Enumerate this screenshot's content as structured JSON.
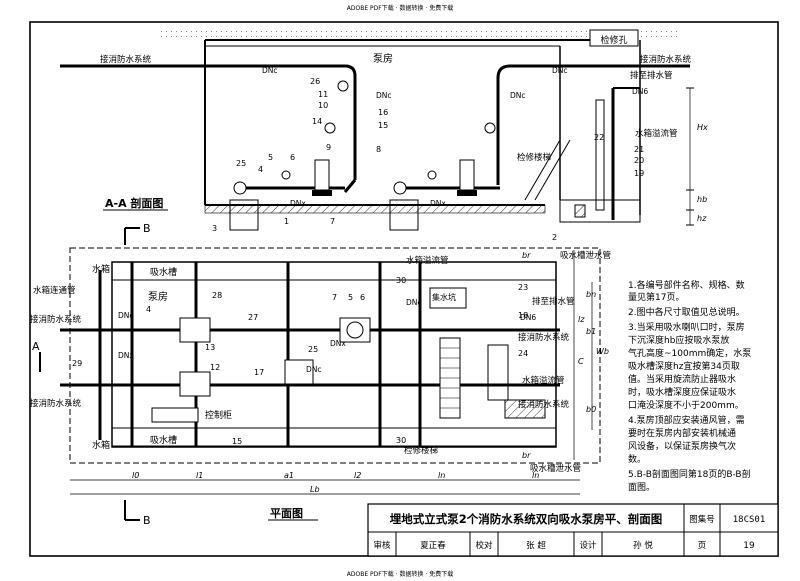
{
  "header": {
    "note": "ADOBE PDF下载 · 数据转换 · 免费下载"
  },
  "section_aa": {
    "title": "A-A 剖面图",
    "room": "泵房",
    "hatch": "检修孔",
    "fire_left": "接消防水系统",
    "fire_right": "接消防水系统",
    "drain_to": "排至排水管",
    "overflow": "水箱溢流管",
    "ladder": "检修楼梯",
    "drain_pipe": "吸水槽泄水管",
    "dnc": "DNc",
    "dnx": "DNx",
    "dn6": "DN6",
    "hx": "Hx",
    "hb": "hb",
    "hz": "hz",
    "nums": [
      "26",
      "11",
      "10",
      "16",
      "14",
      "15",
      "9",
      "8",
      "25",
      "5",
      "6",
      "4",
      "1",
      "7",
      "3",
      "2",
      "22",
      "21",
      "20",
      "19"
    ]
  },
  "plan": {
    "title": "平面图",
    "tank": "水箱",
    "suction_tank": "吸水槽",
    "room": "泵房",
    "tank_link": "水箱连通管",
    "fire1": "接消防水系统",
    "fire2": "接消防水系统",
    "fire3": "接消防水系统",
    "fire4": "接消防水系统",
    "overflow1": "水箱溢流管",
    "overflow2": "水箱溢流管",
    "sump": "集水坑",
    "drain_to": "排至排水管",
    "ladder": "检修楼梯",
    "panel": "控制柜",
    "drain_pipe": "吸水槽泄水管",
    "dnc": "DNc",
    "dnx": "DNx",
    "dn6": "DN6",
    "nums": [
      "29",
      "4",
      "28",
      "27",
      "13",
      "12",
      "17",
      "15",
      "25",
      "5",
      "6",
      "7",
      "30",
      "23",
      "18",
      "24",
      "30"
    ],
    "dims": [
      "br",
      "bn",
      "lz",
      "b1",
      "C",
      "Wb",
      "b0",
      "br",
      "ln",
      "l0",
      "l1",
      "a1",
      "l2",
      "ln",
      "Lb"
    ],
    "b_label": "B",
    "a_label": "A"
  },
  "notes": {
    "lines": [
      "1.各编号部件名称、规格、数",
      "  量见第17页。",
      "2.图中各尺寸取值见总说明。",
      "3.当采用吸水喇叭口时，泵房",
      "  下沉深度hb应按吸水泵放",
      "  气孔高度~100mm确定，水泵",
      "  吸水槽深度hz宜按第34页取",
      "  值。当采用旋流防止器吸水",
      "  时，吸水槽深度应保证吸水",
      "  口淹没深度不小于200mm。",
      "4.泵房顶部应安装通风管，需",
      "  要时在泵房内部安装机械通",
      "  风设备，以保证泵房换气次",
      "  数。",
      "5.B-B剖面图同第18页的B-B剖",
      "  面图。"
    ]
  },
  "titleblock": {
    "title": "埋地式立式泵2个消防水系统双向吸水泵房平、剖面图",
    "atlas_label": "图集号",
    "atlas_no": "18CS01",
    "review_label": "审核",
    "reviewer": "夏正春",
    "check_label": "校对",
    "checker": "张  超",
    "design_label": "设计",
    "designer": "孙  悦",
    "page_label": "页",
    "page_no": "19"
  },
  "footer": {
    "note": "ADOBE PDF下载 · 数据转换 · 免费下载"
  }
}
